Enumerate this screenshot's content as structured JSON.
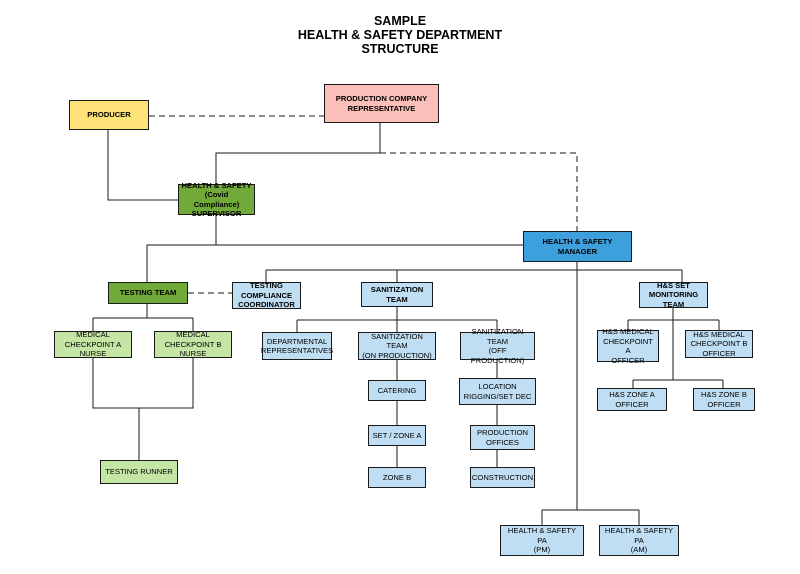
{
  "title": {
    "line1": "SAMPLE",
    "line2": "HEALTH & SAFETY DEPARTMENT",
    "line3": "STRUCTURE"
  },
  "colors": {
    "yellow": "#fde27a",
    "pink": "#f9bfb8",
    "dark_green": "#72aa3a",
    "light_green": "#c5e5a5",
    "blue": "#3d9fdc",
    "light_blue": "#c0def3"
  },
  "nodes": {
    "producer": "PRODUCER",
    "production_rep": "PRODUCTION COMPANY\nREPRESENTATIVE",
    "hs_supervisor": "HEALTH & SAFETY\n(Covid Compliance)\nSUPERVISOR",
    "hs_manager": "HEALTH & SAFETY\nMANAGER",
    "testing_team": "TESTING TEAM",
    "testing_coordinator": "TESTING\nCOMPLIANCE\nCOORDINATOR",
    "sanitization_team": "SANITIZATION\nTEAM",
    "monitoring_team": "H&S SET\nMONITORING\nTEAM",
    "medical_a_nurse": "MEDICAL\nCHECKPOINT  A\nNURSE",
    "medical_b_nurse": "MEDICAL\nCHECKPOINT B\nNURSE",
    "testing_runner": "TESTING RUNNER",
    "dept_reps": "DEPARTMENTAL\nREPRESENTATIVES",
    "san_on_production": "SANITIZATION TEAM\n(ON PRODUCTION)",
    "san_off_production": "SANITIZATION TEAM\n(OFF PRODUCTION)",
    "catering": "CATERING",
    "set_zone_a": "SET / ZONE A",
    "zone_b": "ZONE B",
    "location_rigging": "LOCATION\nRIGGING/SET DEC",
    "production_offices": "PRODUCTION\nOFFICES",
    "construction": "CONSTRUCTION",
    "medical_a_officer": "H&S MEDICAL\nCHECKPOINT A\nOFFICER",
    "medical_b_officer": "H&S MEDICAL\nCHECKPOINT B\nOFFICER",
    "zone_a_officer": "H&S ZONE A\nOFFICER",
    "zone_b_officer": "H&S ZONE B\nOFFICER",
    "pa_pm": "HEALTH & SAFETY PA\n(PM)",
    "pa_am": "HEALTH & SAFETY PA\n(AM)"
  }
}
